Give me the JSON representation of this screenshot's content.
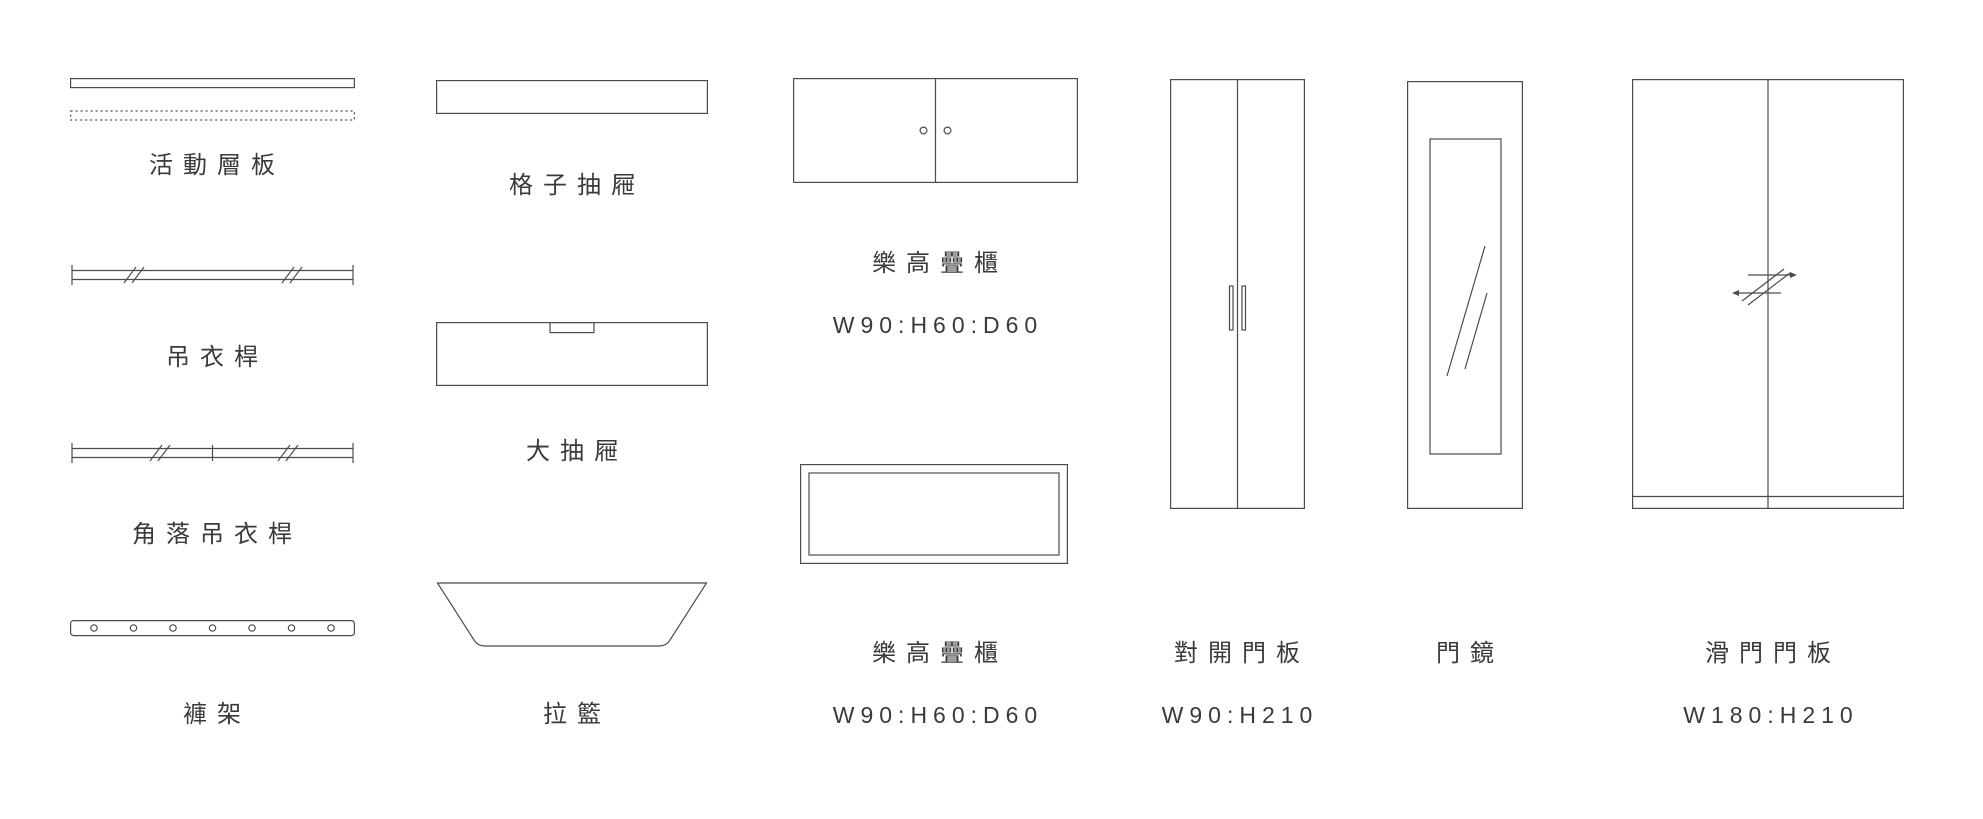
{
  "colors": {
    "background": "#ffffff",
    "line": "#4c4c4c",
    "text": "#3a3a3a"
  },
  "items": [
    {
      "icon": "adjustable-shelf-icon",
      "label": "活動層板"
    },
    {
      "icon": "hanging-rod-icon",
      "label": "吊衣桿"
    },
    {
      "icon": "corner-hanging-rod-icon",
      "label": "角落吊衣桿"
    },
    {
      "icon": "trouser-rack-icon",
      "label": "褲架"
    },
    {
      "icon": "grid-drawer-icon",
      "label": "格子抽屜"
    },
    {
      "icon": "large-drawer-icon",
      "label": "大抽屜"
    },
    {
      "icon": "pull-out-basket-icon",
      "label": "拉籃"
    },
    {
      "icon": "lego-stack-cabinet-front-icon",
      "label": "樂高疊櫃",
      "dims": "W90:H60:D60"
    },
    {
      "icon": "lego-stack-cabinet-top-icon",
      "label": "樂高疊櫃",
      "dims": "W90:H60:D60"
    },
    {
      "icon": "double-swing-door-panel-icon",
      "label": "對開門板",
      "dims": "W90:H210"
    },
    {
      "icon": "door-mirror-icon",
      "label": "門鏡"
    },
    {
      "icon": "sliding-door-panel-icon",
      "label": "滑門門板",
      "dims": "W180:H210"
    }
  ]
}
